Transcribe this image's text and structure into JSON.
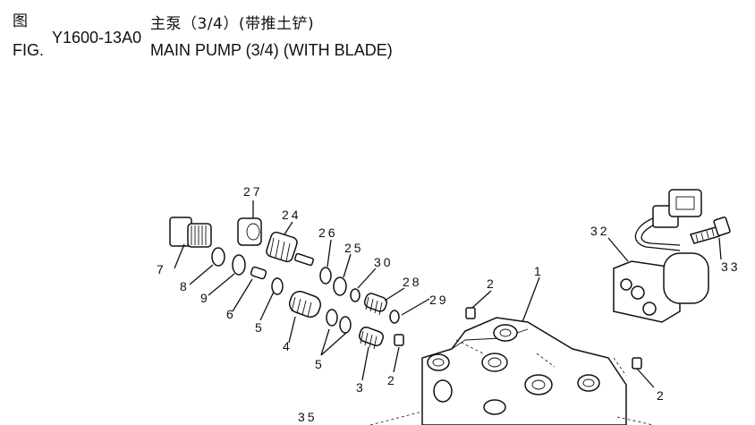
{
  "header": {
    "fig_cn": "图",
    "fig_en": "FIG.",
    "code": "Y1600-13A0",
    "title_cn": "主泵（3/4）(带推土铲)",
    "title_en": "MAIN PUMP (3/4) (WITH BLADE)"
  },
  "callouts": {
    "c1": "1",
    "c2a": "2",
    "c2b": "2",
    "c2c": "2",
    "c3": "3",
    "c4": "4",
    "c5a": "5",
    "c5b": "5",
    "c6": "6",
    "c7": "7",
    "c8": "8",
    "c9": "9",
    "c24": "24",
    "c25": "25",
    "c26": "26",
    "c27": "27",
    "c28": "28",
    "c29": "29",
    "c30": "30",
    "c32": "32",
    "c33": "33",
    "c35": "35"
  }
}
